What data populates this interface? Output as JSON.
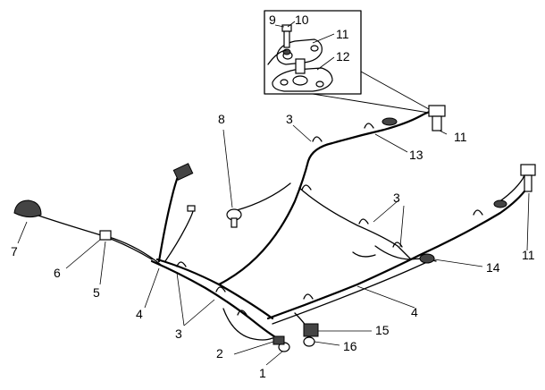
{
  "labels": {
    "l1": "1",
    "l2": "2",
    "l3a": "3",
    "l3b": "3",
    "l3c": "3",
    "l4a": "4",
    "l4b": "4",
    "l5": "5",
    "l6": "6",
    "l7": "7",
    "l8": "8",
    "l9": "9",
    "l10": "10",
    "l11a": "11",
    "l11b": "11",
    "l11c": "11",
    "l12": "12",
    "l13": "13",
    "l14": "14",
    "l15": "15",
    "l16": "16"
  }
}
